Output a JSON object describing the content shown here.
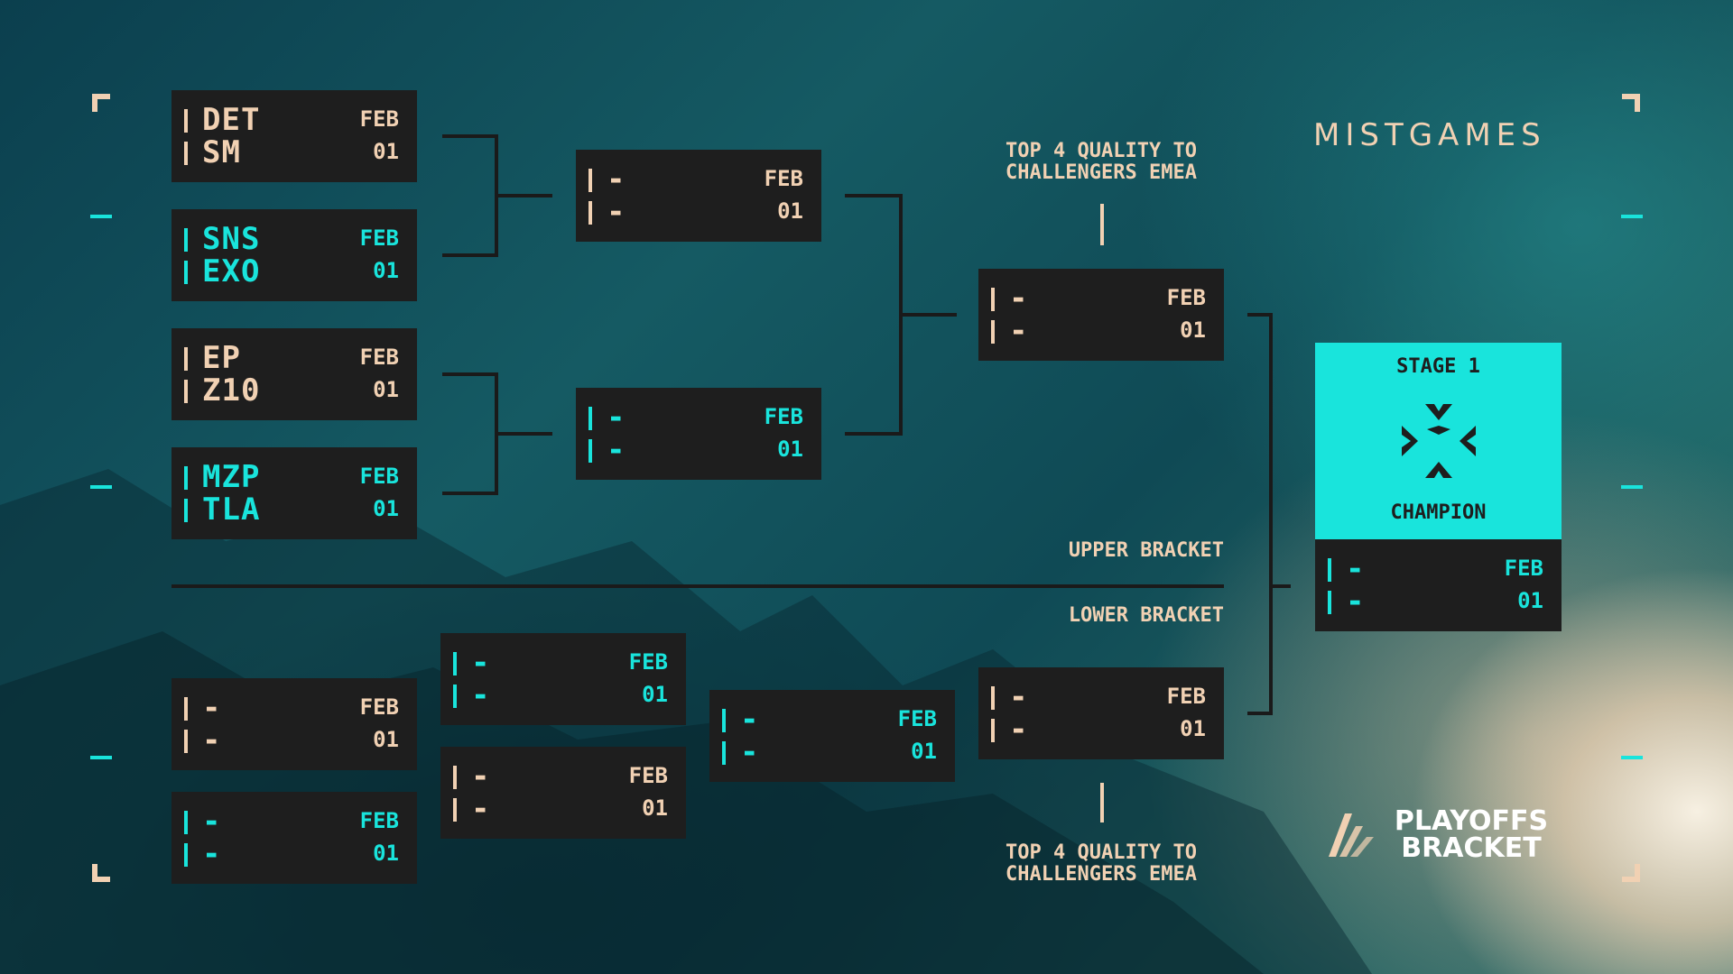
{
  "brand": {
    "logo_text": "MISTGAMES"
  },
  "colors": {
    "peach": "#f1d1b3",
    "cyan": "#19e4dc",
    "box": "#1e1e1e",
    "champion_bg": "#19e4dc"
  },
  "upper_round1": [
    {
      "team_a": "DET",
      "team_b": "SM",
      "month": "FEB",
      "day": "01"
    },
    {
      "team_a": "SNS",
      "team_b": "EXO",
      "month": "FEB",
      "day": "01"
    },
    {
      "team_a": "EP",
      "team_b": "Z10",
      "month": "FEB",
      "day": "01"
    },
    {
      "team_a": "MZP",
      "team_b": "TLA",
      "month": "FEB",
      "day": "01"
    }
  ],
  "upper_round2": [
    {
      "team_a": "-",
      "team_b": "-",
      "month": "FEB",
      "day": "01"
    },
    {
      "team_a": "-",
      "team_b": "-",
      "month": "FEB",
      "day": "01"
    }
  ],
  "upper_final": {
    "team_a": "-",
    "team_b": "-",
    "month": "FEB",
    "day": "01"
  },
  "lower_round1": [
    {
      "team_a": "-",
      "team_b": "-",
      "month": "FEB",
      "day": "01"
    },
    {
      "team_a": "-",
      "team_b": "-",
      "month": "FEB",
      "day": "01"
    }
  ],
  "lower_round2": [
    {
      "team_a": "-",
      "team_b": "-",
      "month": "FEB",
      "day": "01"
    },
    {
      "team_a": "-",
      "team_b": "-",
      "month": "FEB",
      "day": "01"
    }
  ],
  "lower_round3": {
    "team_a": "-",
    "team_b": "-",
    "month": "FEB",
    "day": "01"
  },
  "lower_final": {
    "team_a": "-",
    "team_b": "-",
    "month": "FEB",
    "day": "01"
  },
  "grand_final": {
    "team_a": "-",
    "team_b": "-",
    "month": "FEB",
    "day": "01"
  },
  "labels": {
    "top_note_line1": "TOP 4 QUALITY TO",
    "top_note_line2": "CHALLENGERS EMEA",
    "bottom_note_line1": "TOP 4 QUALITY TO",
    "bottom_note_line2": "CHALLENGERS EMEA",
    "upper_bracket": "UPPER BRACKET",
    "lower_bracket": "LOWER BRACKET"
  },
  "champion": {
    "stage": "STAGE 1",
    "label": "CHAMPION",
    "icon": "valorant-champions-tour-icon"
  },
  "playoffs": {
    "line1": "PLAYOFFS",
    "line2": "BRACKET",
    "icon": "playoffs-logo-icon"
  }
}
